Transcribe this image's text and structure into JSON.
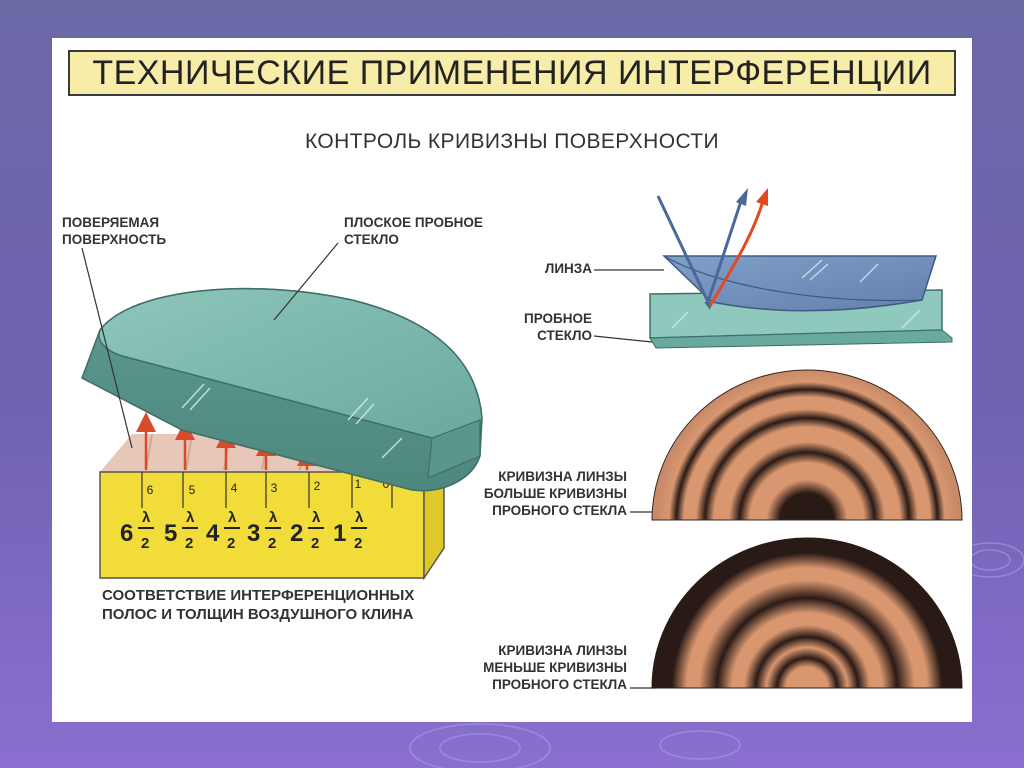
{
  "title": "ТЕХНИЧЕСКИЕ ПРИМЕНЕНИЯ ИНТЕРФЕРЕНЦИИ",
  "subtitle": "КОНТРОЛЬ КРИВИЗНЫ ПОВЕРХНОСТИ",
  "left_diagram": {
    "label_tested_surface": [
      "ПОВЕРЯЕМАЯ",
      "ПОВЕРХНОСТЬ"
    ],
    "label_flat_glass": [
      "ПЛОСКОЕ ПРОБНОЕ",
      "СТЕКЛО"
    ],
    "ruler_numbers": [
      "6",
      "5",
      "4",
      "3",
      "2",
      "1",
      "0"
    ],
    "thickness_terms": [
      {
        "coef": "6",
        "num": "λ",
        "den": "2"
      },
      {
        "coef": "5",
        "num": "λ",
        "den": "2"
      },
      {
        "coef": "4",
        "num": "λ",
        "den": "2"
      },
      {
        "coef": "3",
        "num": "λ",
        "den": "2"
      },
      {
        "coef": "2",
        "num": "λ",
        "den": "2"
      },
      {
        "coef": "1",
        "num": "λ",
        "den": "2"
      }
    ],
    "caption": [
      "СООТВЕТСТВИЕ ИНТЕРФЕРЕНЦИОННЫХ",
      "ПОЛОС И ТОЛЩИН ВОЗДУШНОГО КЛИНА"
    ]
  },
  "right_diagram": {
    "label_lens": "ЛИНЗА",
    "label_test_glass": [
      "ПРОБНОЕ",
      "СТЕКЛО"
    ],
    "label_curv_greater": [
      "КРИВИЗНА ЛИНЗЫ",
      "БОЛЬШЕ КРИВИЗНЫ",
      "ПРОБНОГО СТЕКЛА"
    ],
    "label_curv_less": [
      "КРИВИЗНА ЛИНЗЫ",
      "МЕНЬШЕ КРИВИЗНЫ",
      "ПРОБНОГО СТЕКЛА"
    ]
  },
  "colors": {
    "glass": "#7fb8ad",
    "block": "#f2dc3a",
    "fringe_light": "#d99770",
    "fringe_dark": "#2a1a16",
    "ray_blue": "#4a6898",
    "ray_red": "#e04a20",
    "title_bg": "#f8eda8"
  }
}
